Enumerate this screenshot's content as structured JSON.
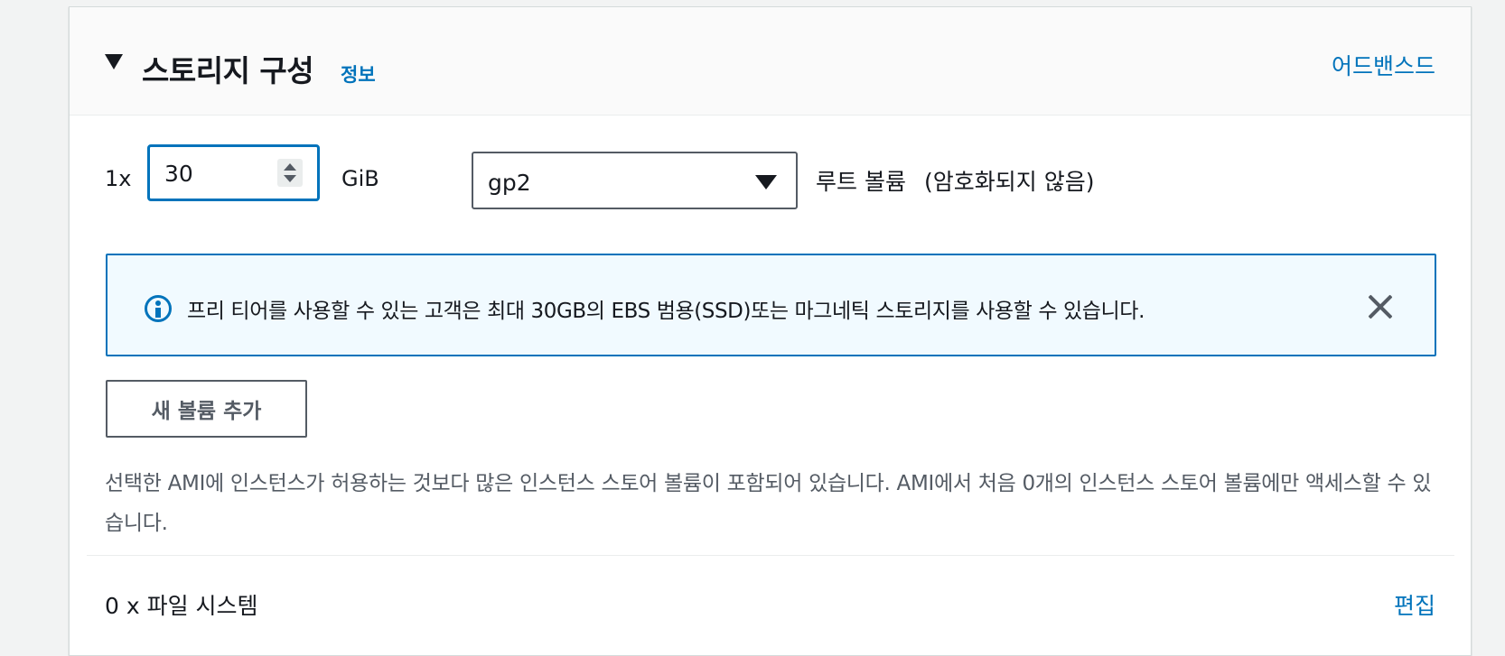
{
  "header": {
    "title": "스토리지 구성",
    "info_link": "정보",
    "advanced_link": "어드밴스드"
  },
  "volume": {
    "count_label": "1x",
    "size_value": "30",
    "size_unit": "GiB",
    "volume_type": "gp2",
    "root_label": "루트 볼륨",
    "encryption_note": "(암호화되지 않음)"
  },
  "alert": {
    "message": "프리 티어를 사용할 수 있는 고객은 최대 30GB의 EBS 범용(SSD)또는 마그네틱 스토리지를 사용할 수 있습니다."
  },
  "add_volume_button": "새 볼륨 추가",
  "ami_note": "선택한 AMI에 인스턴스가 허용하는 것보다 많은 인스턴스 스토어 볼륨이 포함되어 있습니다. AMI에서 처음 0개의 인스턴스 스토어 볼륨에만 액세스할 수 있습니다.",
  "file_systems": {
    "label": "0 x 파일 시스템",
    "edit_link": "편집"
  }
}
